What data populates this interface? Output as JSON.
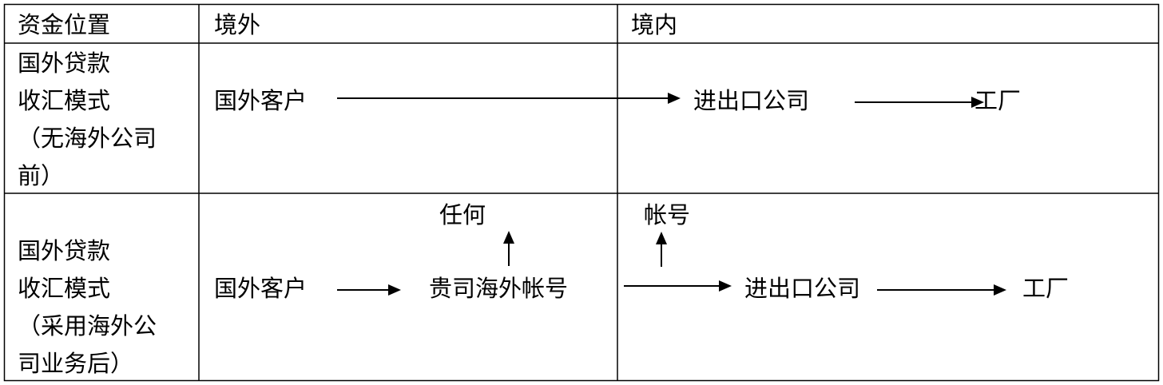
{
  "headers": {
    "position": "资金位置",
    "overseas": "境外",
    "domestic": "境内"
  },
  "row1": {
    "label_lines": [
      "国外贷款",
      "收汇模式",
      "（无海外公司",
      "前）"
    ],
    "foreign_customer": "国外客户",
    "trading_company": "进出口公司",
    "factory": "工厂"
  },
  "row2": {
    "label_lines": [
      "国外贷款",
      "收汇模式",
      "（采用海外公",
      "司业务后）"
    ],
    "foreign_customer": "国外客户",
    "overseas_account": "贵司海外帐号",
    "any": "任何",
    "account": "帐号",
    "trading_company": "进出口公司",
    "factory": "工厂"
  },
  "colors": {
    "line": "#000000",
    "text": "#000000"
  }
}
